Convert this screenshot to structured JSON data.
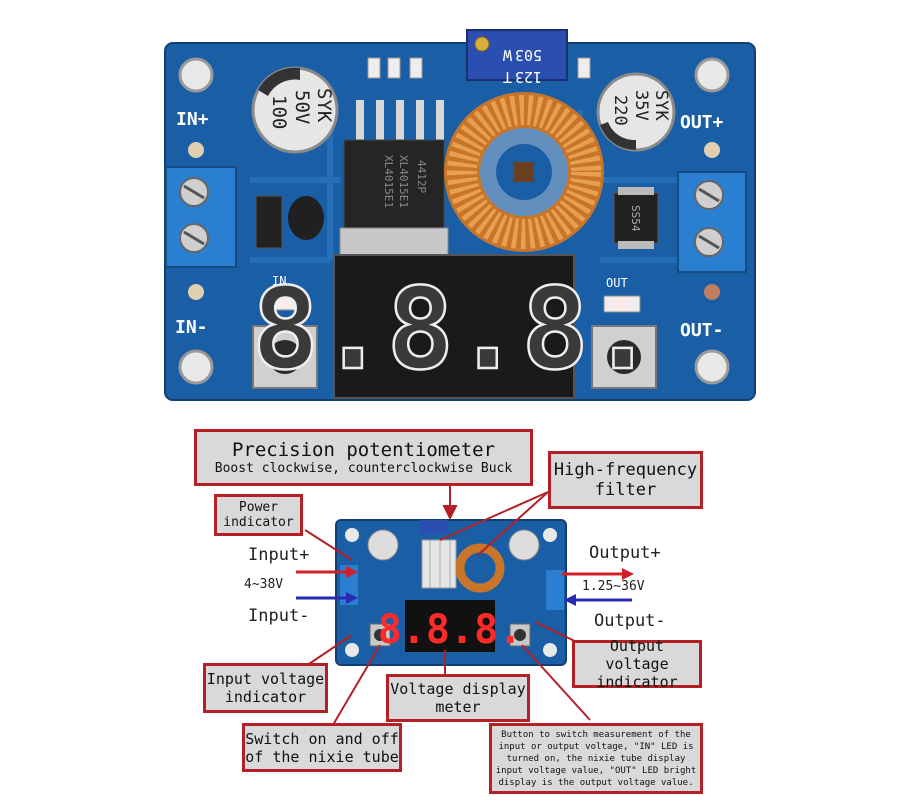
{
  "board": {
    "cap_left": [
      "100",
      "50V",
      "SYK"
    ],
    "cap_right": [
      "220",
      "35V",
      "SYK"
    ],
    "pot_text": [
      "503",
      "W",
      "123",
      "T"
    ],
    "ic_text": [
      "XL4015E1",
      "XL4015E1",
      "4412P"
    ],
    "diode_text": "SS54",
    "display_digits": "8.8.8.",
    "pin_in_plus": "IN+",
    "pin_in_minus": "IN-",
    "pin_out_plus": "OUT+",
    "pin_out_minus": "OUT-",
    "led_in": "IN",
    "led_out": "OUT"
  },
  "callouts": {
    "pot_title": "Precision potentiometer",
    "pot_sub": "Boost clockwise, counterclockwise Buck",
    "filter_l1": "High-frequency",
    "filter_l2": "filter",
    "power_l1": "Power",
    "power_l2": "indicator",
    "input_ind_l1": "Input voltage",
    "input_ind_l2": "indicator",
    "meter_l1": "Voltage display",
    "meter_l2": "meter",
    "switch_l1": "Switch on and off",
    "switch_l2": "of the nixie tube",
    "output_ind_l1": "Output voltage",
    "output_ind_l2": "indicator",
    "button_l1": "Button to switch measurement of the",
    "button_l2": "input or output voltage, \"IN\" LED is",
    "button_l3": "turned on, the nixie tube display",
    "button_l4": "input voltage value, \"OUT\" LED bright",
    "button_l5": "display is the output voltage value."
  },
  "labels": {
    "input_plus": "Input+",
    "input_range": "4~38V",
    "input_minus": "Input-",
    "output_plus": "Output+",
    "output_range": "1.25~36V",
    "output_minus": "Output-"
  },
  "colors": {
    "pcb": "#1a5fa6",
    "callout_border": "#b32025",
    "callout_fill": "#d9d9d9",
    "arrow_red": "#d0202a",
    "arrow_blue": "#2a2ab0",
    "segment_red": "#ff2a2a"
  }
}
